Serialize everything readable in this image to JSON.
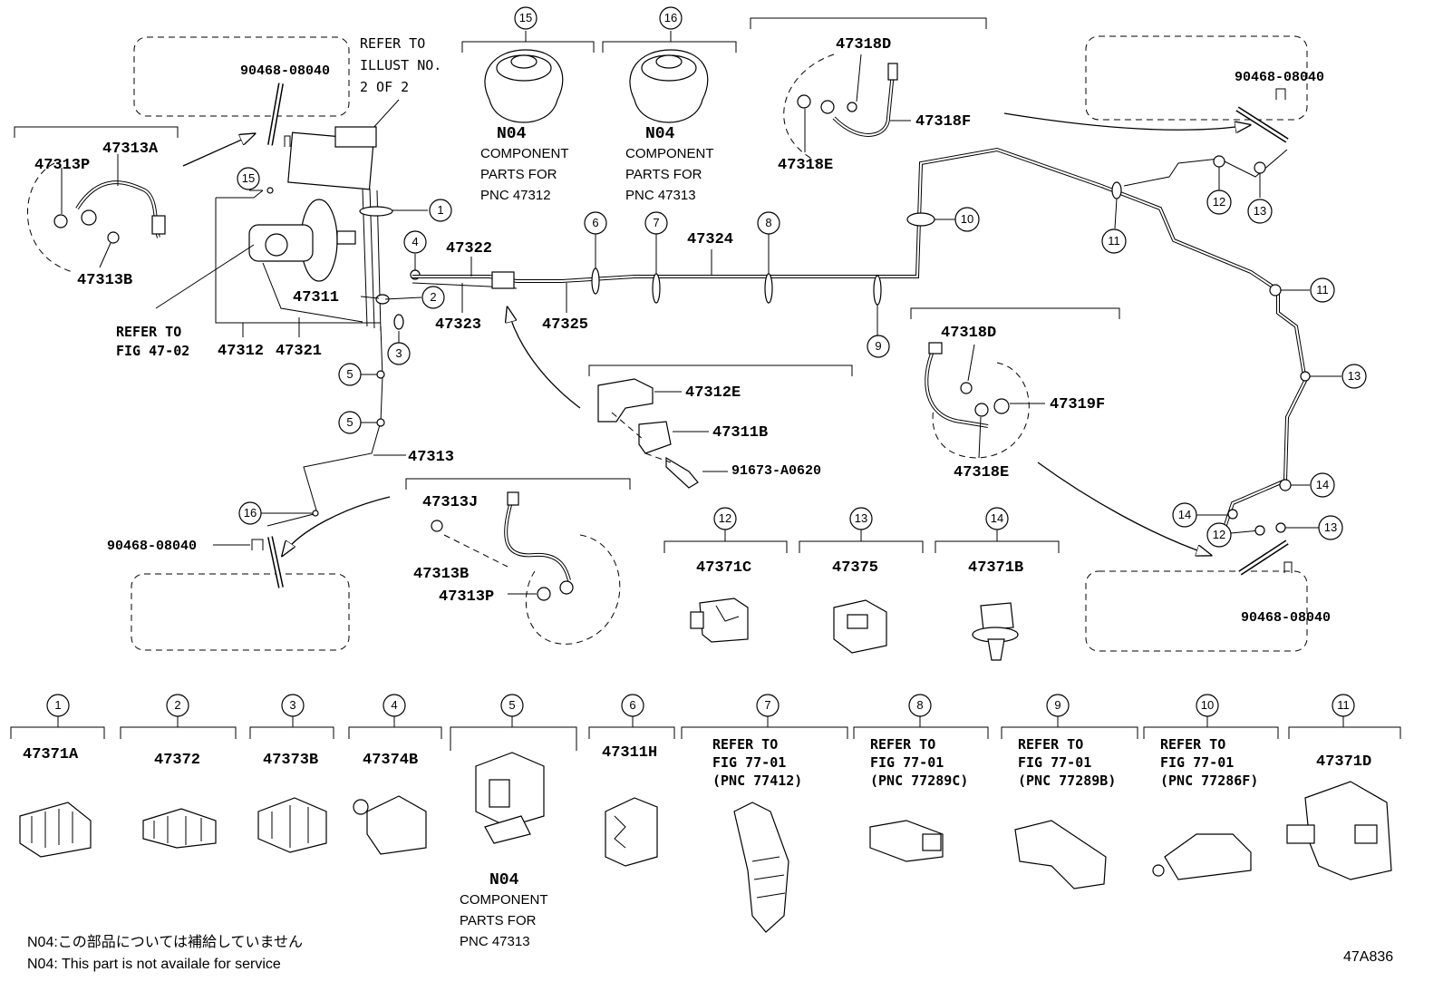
{
  "diagram_code": "47A836",
  "notes": {
    "jp": "N04:この部品については補給していません",
    "en": "N04: This part is not availale for service"
  },
  "top_labels": {
    "refer_illust": [
      "REFER TO",
      "ILLUST NO.",
      "2 OF 2"
    ],
    "refer_fig": [
      "REFER TO",
      "FIG 47-02"
    ]
  },
  "part_numbers": {
    "p47313A": "47313A",
    "p47313P_top": "47313P",
    "p47313B_top": "47313B",
    "p90468_tl": "90468-08040",
    "p47312": "47312",
    "p47321": "47321",
    "p47311": "47311",
    "p47322": "47322",
    "p47323": "47323",
    "p47325": "47325",
    "p47324": "47324",
    "p47313": "47313",
    "p90468_bl": "90468-08040",
    "p47313J": "47313J",
    "p47313B_bot": "47313B",
    "p47313P_bot": "47313P",
    "p47312E": "47312E",
    "p47311B": "47311B",
    "p91673": "91673-A0620",
    "p47318D_top": "47318D",
    "p47318F": "47318F",
    "p47318E_top": "47318E",
    "p90468_tr": "90468-08040",
    "p47318D_mid": "47318D",
    "p47319F": "47319F",
    "p47318E_mid": "47318E",
    "p90468_br": "90468-08040"
  },
  "component_boxes": [
    {
      "num": "15",
      "code": "N04",
      "lines": [
        "COMPONENT",
        "PARTS FOR",
        "PNC 47312"
      ]
    },
    {
      "num": "16",
      "code": "N04",
      "lines": [
        "COMPONENT",
        "PARTS FOR",
        "PNC 47313"
      ]
    }
  ],
  "clip_boxes_mid": [
    {
      "num": "12",
      "part": "47371C"
    },
    {
      "num": "13",
      "part": "47375"
    },
    {
      "num": "14",
      "part": "47371B"
    }
  ],
  "clip_boxes_bottom": [
    {
      "num": "1",
      "part": "47371A"
    },
    {
      "num": "2",
      "part": "47372"
    },
    {
      "num": "3",
      "part": "47373B"
    },
    {
      "num": "4",
      "part": "47374B"
    },
    {
      "num": "5",
      "part": "",
      "code": "N04",
      "lines": [
        "COMPONENT",
        "PARTS FOR",
        "PNC 47313"
      ]
    },
    {
      "num": "6",
      "part": "47311H"
    },
    {
      "num": "7",
      "refer": [
        "REFER TO",
        "FIG 77-01",
        "(PNC 77412)"
      ]
    },
    {
      "num": "8",
      "refer": [
        "REFER TO",
        "FIG 77-01",
        "(PNC 77289C)"
      ]
    },
    {
      "num": "9",
      "refer": [
        "REFER TO",
        "FIG 77-01",
        "(PNC 77289B)"
      ]
    },
    {
      "num": "10",
      "refer": [
        "REFER TO",
        "FIG 77-01",
        "(PNC 77286F)"
      ]
    },
    {
      "num": "11",
      "part": "47371D"
    }
  ],
  "callouts": {
    "c1": "1",
    "c2": "2",
    "c3": "3",
    "c4": "4",
    "c5a": "5",
    "c5b": "5",
    "c6": "6",
    "c7": "7",
    "c8": "8",
    "c9": "9",
    "c10": "10",
    "c11a": "11",
    "c11b": "11",
    "c12a": "12",
    "c12b": "12",
    "c13a": "13",
    "c13b": "13",
    "c13c": "13",
    "c14a": "14",
    "c14b": "14",
    "c15": "15",
    "c16": "16"
  }
}
